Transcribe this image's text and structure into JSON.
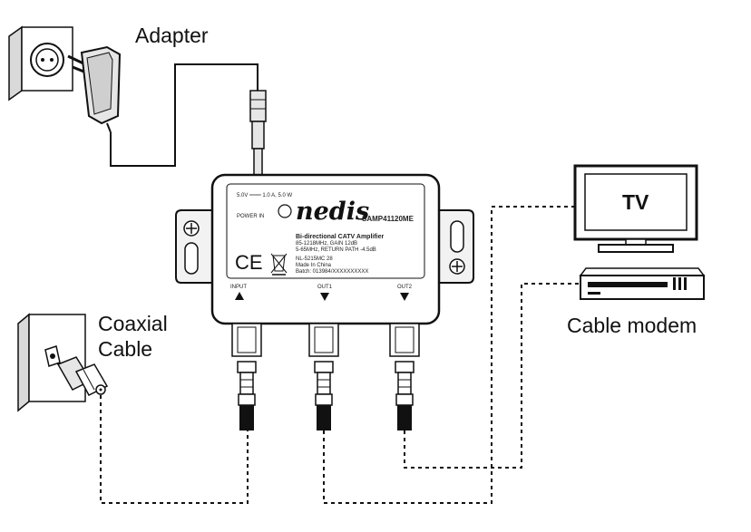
{
  "labels": {
    "adapter": "Adapter",
    "coax_line1": "Coaxial",
    "coax_line2": "Cable",
    "tv": "TV",
    "cable_modem": "Cable modem"
  },
  "device": {
    "power_rating": "5.0V ═══ 1.0 A, 5.0 W",
    "power_in": "POWER IN",
    "brand": "nedis",
    "model": "SAMP41120ME",
    "product": "Bi-directional CATV Amplifier",
    "spec1": "85-1218MHz, GAIN 12dB",
    "spec2": "5-65MHz, RETURN PATH -4.5dB",
    "code": "NL-5215MC 28",
    "made_in": "Made In China",
    "batch": "Batch: 013984/XXXXXXXXXX",
    "ce_mark": "CE",
    "port_input": "INPUT",
    "port_out1": "OUT1",
    "port_out2": "OUT2"
  }
}
